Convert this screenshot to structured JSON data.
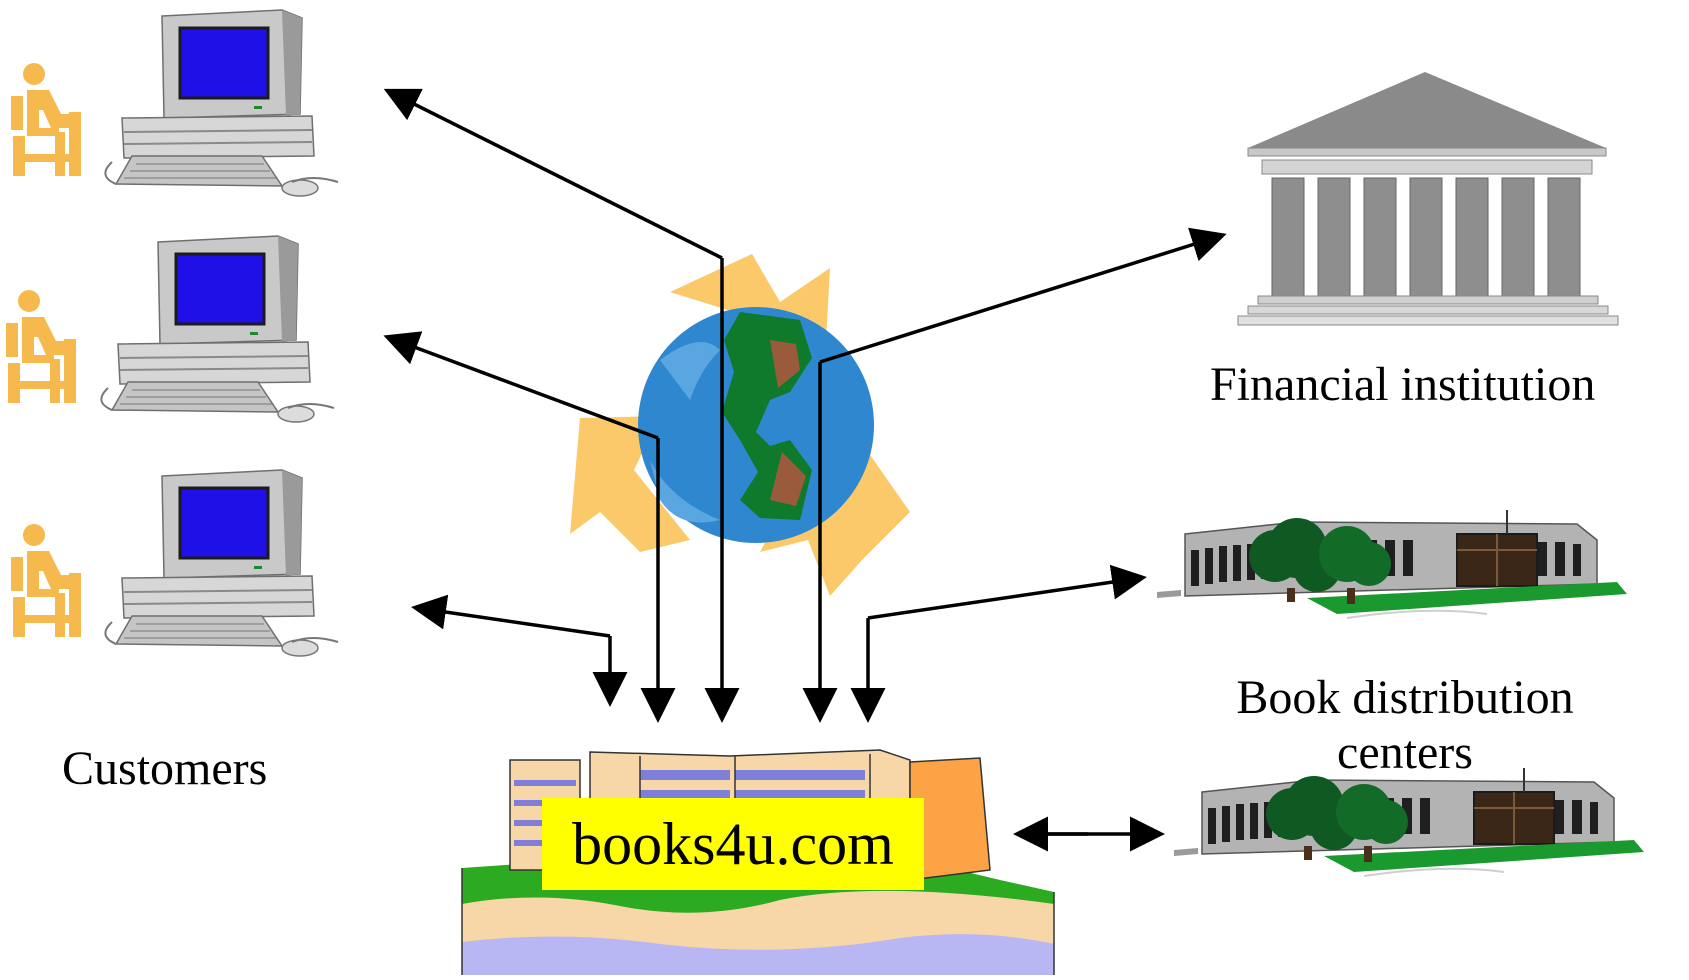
{
  "labels": {
    "customers": "Customers",
    "financial_institution": "Financial institution",
    "book_distribution": "Book distribution centers",
    "company": "books4u.com"
  },
  "icons": {
    "customer_person": "person-seated-icon",
    "customer_computer": "desktop-computer-icon",
    "globe": "globe-icon",
    "recycle": "recycle-arrows-icon",
    "bank": "bank-building-icon",
    "warehouse": "warehouse-building-icon",
    "company_building": "company-building-icon"
  },
  "colors": {
    "screen_blue": "#1f10e8",
    "person_orange": "#f5b94d",
    "globe_blue": "#2f88cf",
    "land_green": "#0f7a2c",
    "recycle_yellow": "#fbc96a",
    "highlight_yellow": "#ffff00",
    "water_lilac": "#b9b6f4"
  }
}
